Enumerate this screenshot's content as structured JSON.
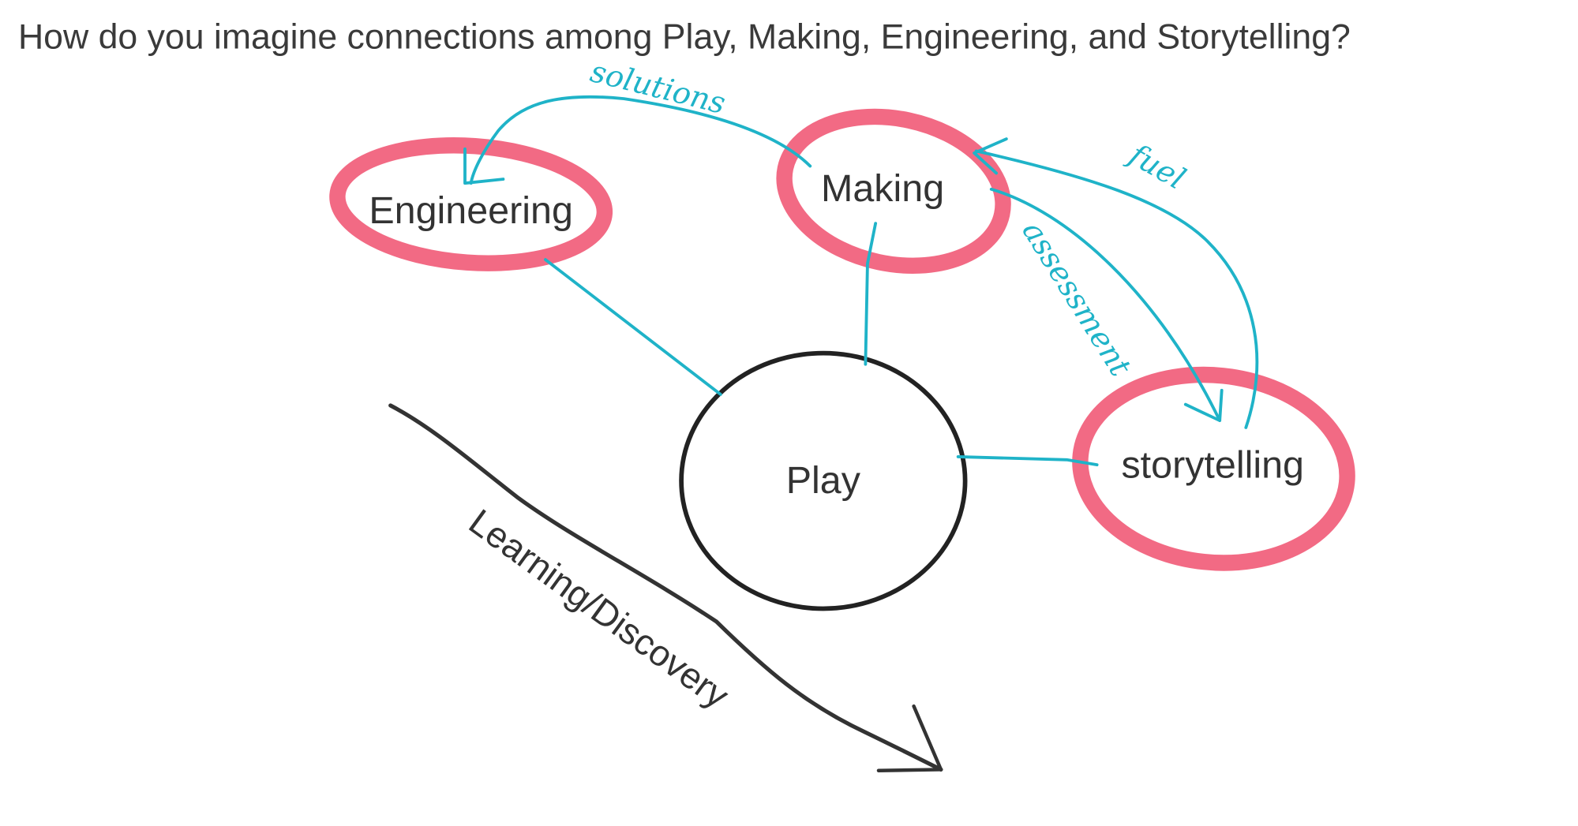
{
  "title": "How do you imagine connections among Play, Making, Engineering, and Storytelling?",
  "nodes": {
    "engineering": "Engineering",
    "making": "Making",
    "play": "Play",
    "storytelling": "storytelling"
  },
  "annotations": {
    "solutions": "solutions",
    "fuel": "fuel",
    "assessment": "assessment"
  },
  "axis_label": "Learning/Discovery",
  "colors": {
    "highlight": "#f0506e",
    "connector": "#1fb3c8",
    "ink": "#222222"
  }
}
